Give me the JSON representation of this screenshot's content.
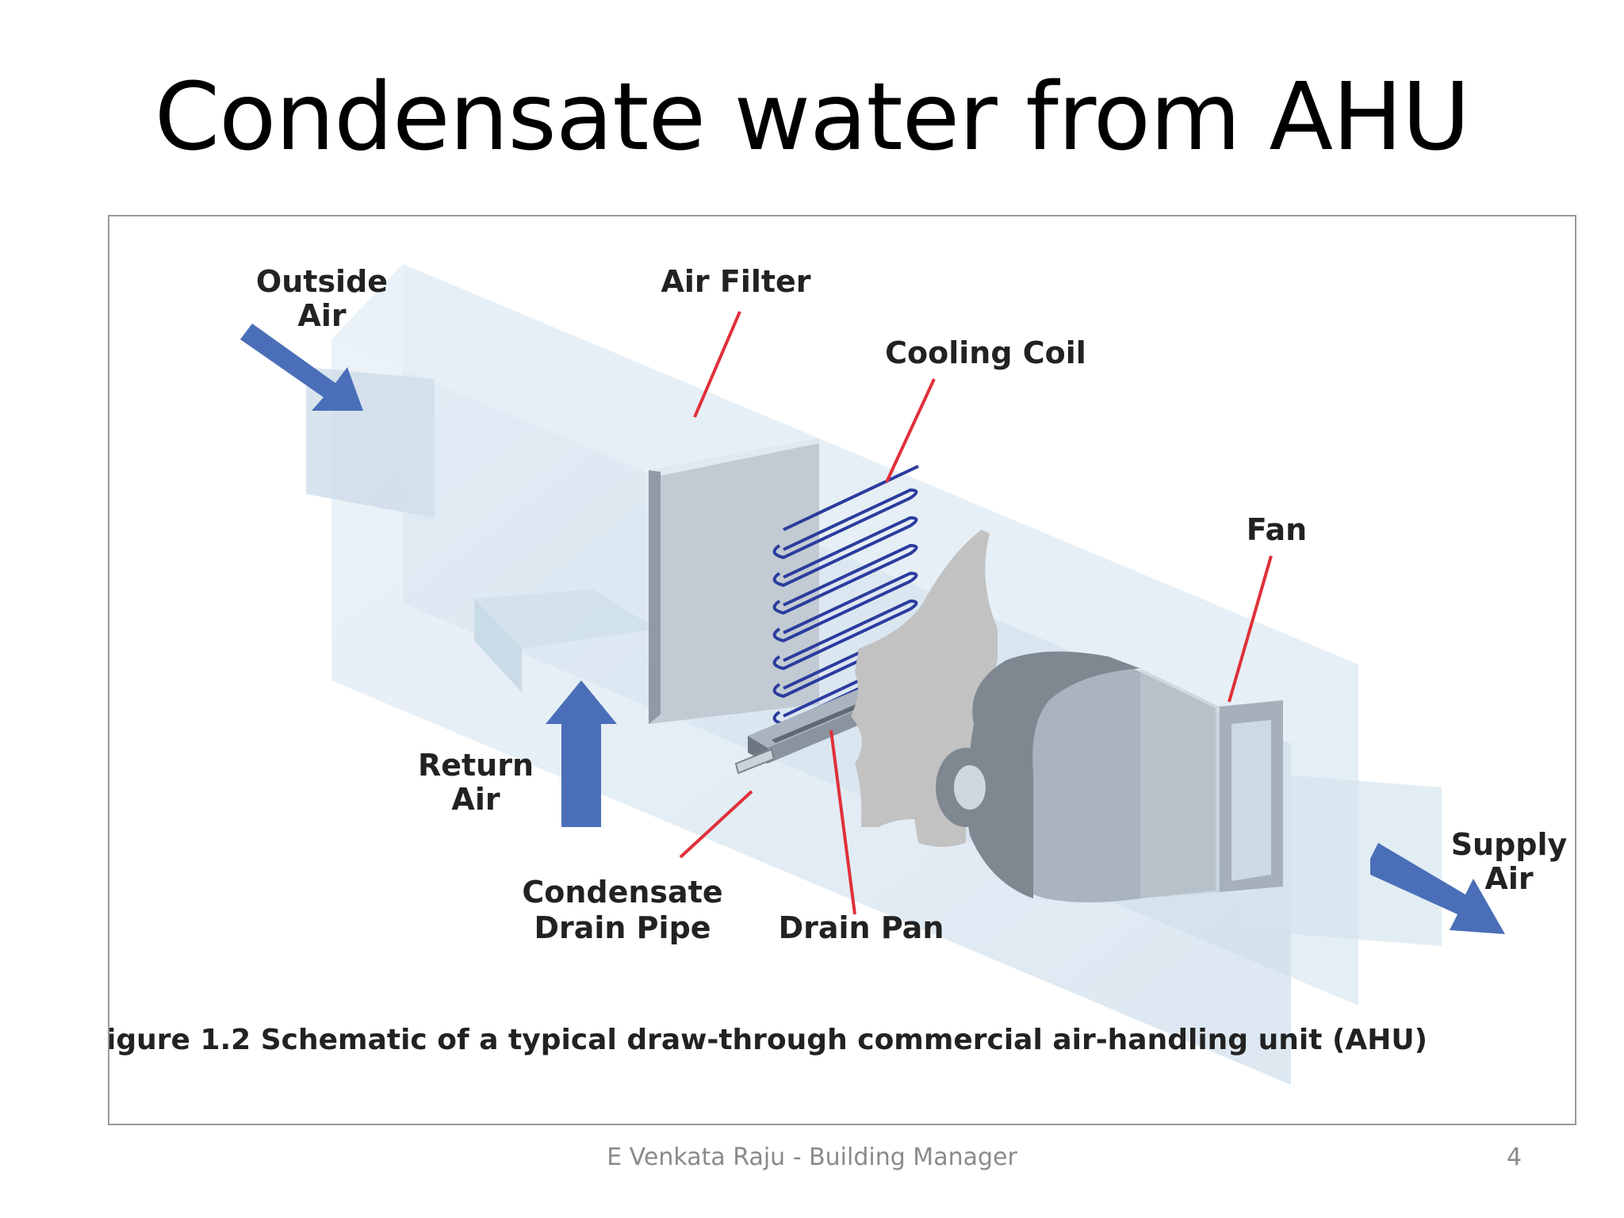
{
  "slide": {
    "title": "Condensate water from AHU",
    "footer": "E Venkata Raju - Building Manager",
    "page_number": "4"
  },
  "figure": {
    "labels": {
      "outside_air_line1": "Outside",
      "outside_air_line2": "Air",
      "air_filter": "Air Filter",
      "cooling_coil": "Cooling Coil",
      "fan": "Fan",
      "return_air_line1": "Return",
      "return_air_line2": "Air",
      "condensate_line1": "Condensate",
      "condensate_line2": "Drain Pipe",
      "drain_pan": "Drain Pan",
      "supply_air_line1": "Supply",
      "supply_air_line2": "Air"
    },
    "caption": "igure 1.2  Schematic of a typical draw-through commercial air-handling unit (AHU)",
    "colors": {
      "arrow": "#4a6fb8",
      "leader_line": "#e0303a",
      "coil": "#2b3c9e",
      "housing": "#c9dcea",
      "fan": "#7f8891"
    }
  }
}
